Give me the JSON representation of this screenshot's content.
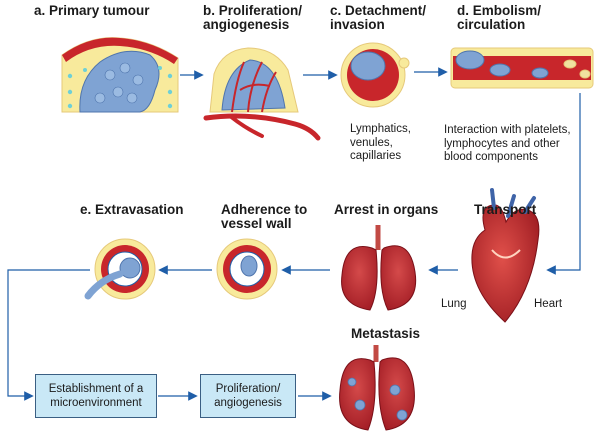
{
  "stages": {
    "a": "a. Primary tumour",
    "b": "b. Proliferation/\nangiogenesis",
    "c": "c. Detachment/\ninvasion",
    "d": "d. Embolism/\ncirculation",
    "e": "e. Extravasation",
    "adherence": "Adherence to\nvessel wall",
    "arrest": "Arrest in organs",
    "transport": "Transport",
    "metastasis": "Metastasis"
  },
  "notes": {
    "vessels": "Lymphatics,\nvenules,\ncapillaries",
    "interaction": "Interaction with platelets,\nlymphocytes and other\nblood components",
    "lung": "Lung",
    "heart": "Heart"
  },
  "boxes": {
    "establishment": "Establishment of a\nmicroenvironment",
    "proliferation": "Proliferation/\nangiogenesis"
  },
  "colors": {
    "tumour": "#7fa3d3",
    "vessel": "#c8262b",
    "tissue": "#f8ea9c",
    "arrow": "#1f5ea8",
    "box_fill": "#c9e8f6"
  }
}
